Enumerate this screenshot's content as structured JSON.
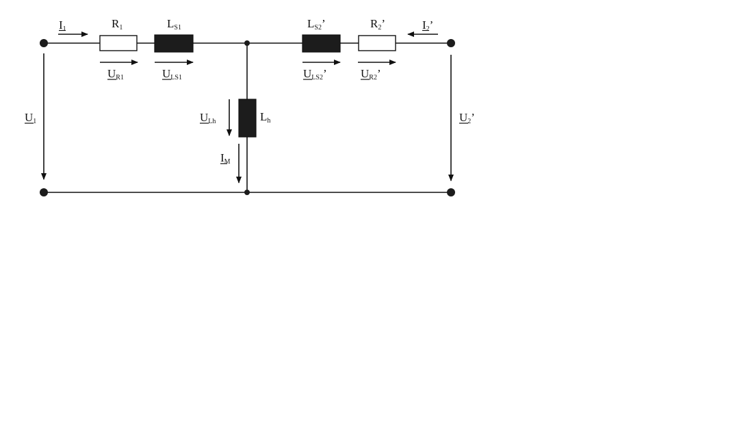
{
  "diagram": {
    "labels": {
      "I1": {
        "main": "I",
        "sub": "1",
        "prime": ""
      },
      "R1": {
        "main": "R",
        "sub": "1",
        "prime": ""
      },
      "LS1": {
        "main": "L",
        "sub": "S1",
        "prime": ""
      },
      "LS2": {
        "main": "L",
        "sub": "S2",
        "prime": "’"
      },
      "R2": {
        "main": "R",
        "sub": "2",
        "prime": "’"
      },
      "I2": {
        "main": "I",
        "sub": "2",
        "prime": "’"
      },
      "UR1": {
        "main": "U",
        "sub": "R1",
        "prime": ""
      },
      "ULS1": {
        "main": "U",
        "sub": "LS1",
        "prime": ""
      },
      "ULS2": {
        "main": "U",
        "sub": "LS2",
        "prime": "’"
      },
      "UR2": {
        "main": "U",
        "sub": "R2",
        "prime": "’"
      },
      "U1": {
        "main": "U",
        "sub": "1",
        "prime": ""
      },
      "U2": {
        "main": "U",
        "sub": "2",
        "prime": "’"
      },
      "ULh": {
        "main": "U",
        "sub": "Lh",
        "prime": ""
      },
      "Lh": {
        "main": "L",
        "sub": "h",
        "prime": ""
      },
      "IM": {
        "main": "I",
        "sub": "M",
        "prime": ""
      }
    },
    "colors": {
      "line": "#111111",
      "inductor_fill": "#1c1c1c",
      "resistor_fill": "#ffffff"
    }
  }
}
